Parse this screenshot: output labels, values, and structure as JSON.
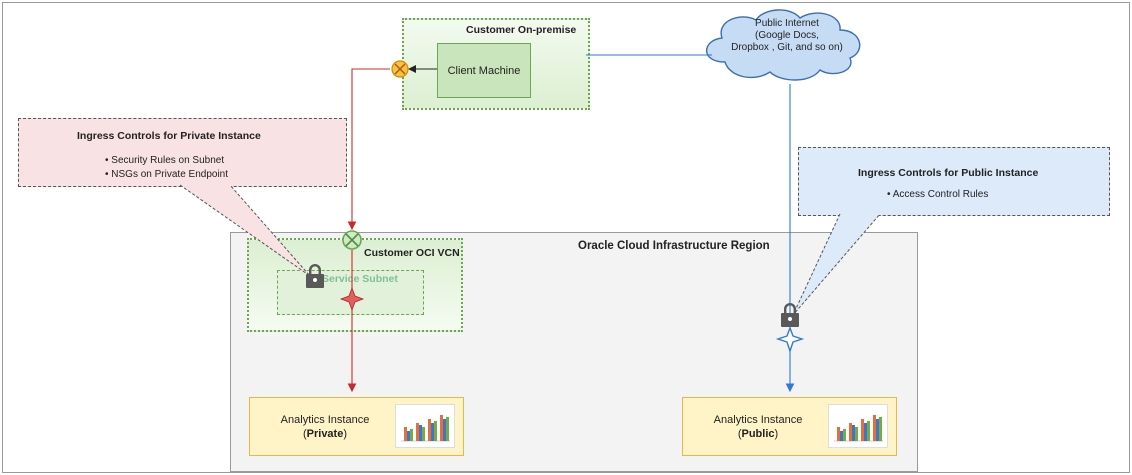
{
  "colors": {
    "private_path": "#cc2a2a",
    "public_path": "#2a7ad6",
    "onprem_border": "#6aa84f",
    "cloud_fill": "#c6dcf5",
    "lock": "#595959"
  },
  "icons": [
    "firewall-icon",
    "lock-icon",
    "star-icon",
    "chart-icon"
  ],
  "region": {
    "title": "Oracle Cloud Infrastructure Region"
  },
  "onprem": {
    "title": "Customer On-premise",
    "client_label": "Client Machine"
  },
  "cloud": {
    "lines": [
      "Public Internet",
      "(Google Docs,",
      "Dropbox , Git, and so on)"
    ]
  },
  "private_controls": {
    "title": "Ingress Controls for Private Instance",
    "items": [
      "Security Rules on Subnet",
      "NSGs on Private Endpoint"
    ]
  },
  "public_controls": {
    "title": "Ingress Controls for Public Instance",
    "items": [
      "Access Control Rules"
    ]
  },
  "vcn": {
    "title": "Customer OCI VCN",
    "subnet_title": "Service Subnet"
  },
  "instances": {
    "private": {
      "line1": "Analytics Instance",
      "paren_open": "(",
      "line2": "Private",
      "paren_close": ")"
    },
    "public": {
      "line1": "Analytics Instance",
      "paren_open": "(",
      "line2": "Public",
      "paren_close": ")"
    }
  }
}
